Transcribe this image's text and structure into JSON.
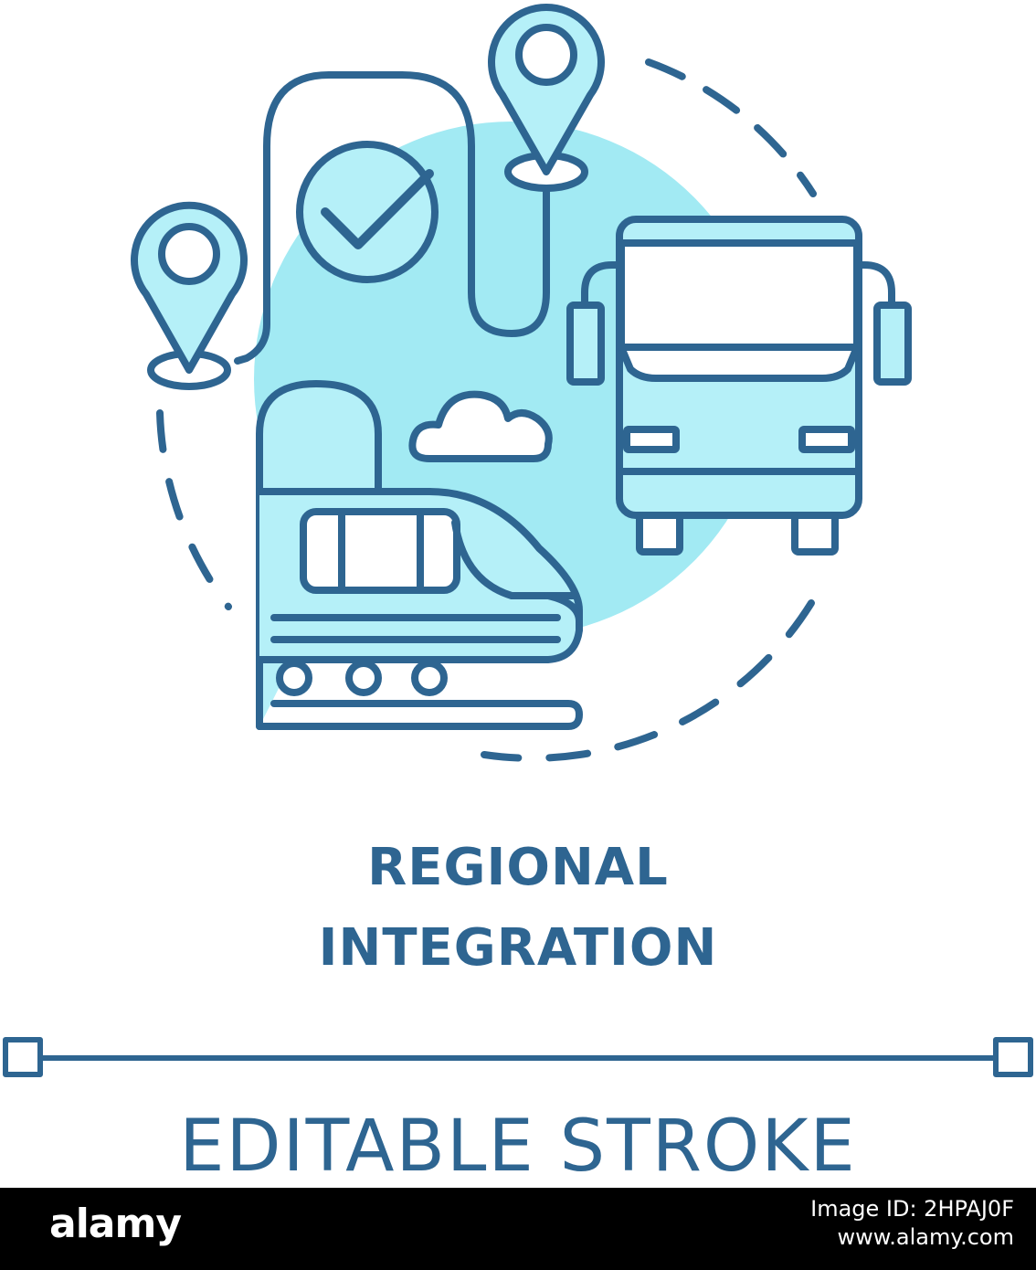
{
  "title": {
    "line1": "REGIONAL",
    "line2": "INTEGRATION"
  },
  "editable_stroke": {
    "label": "EDITABLE STROKE"
  },
  "footer": {
    "logo": "alamy",
    "image_id": "Image ID: 2HPAJ0F",
    "url": "www.alamy.com"
  },
  "colors": {
    "stroke": "#2e6591",
    "fill_light": "#b5f0f8",
    "fill_circle": "#a2eaf3",
    "footer_bg": "#000000",
    "background": "#ffffff"
  },
  "icons": [
    "location-pin-icon",
    "checkmark-circle-icon",
    "bus-icon",
    "train-icon",
    "cloud-icon",
    "tunnel-icon"
  ]
}
